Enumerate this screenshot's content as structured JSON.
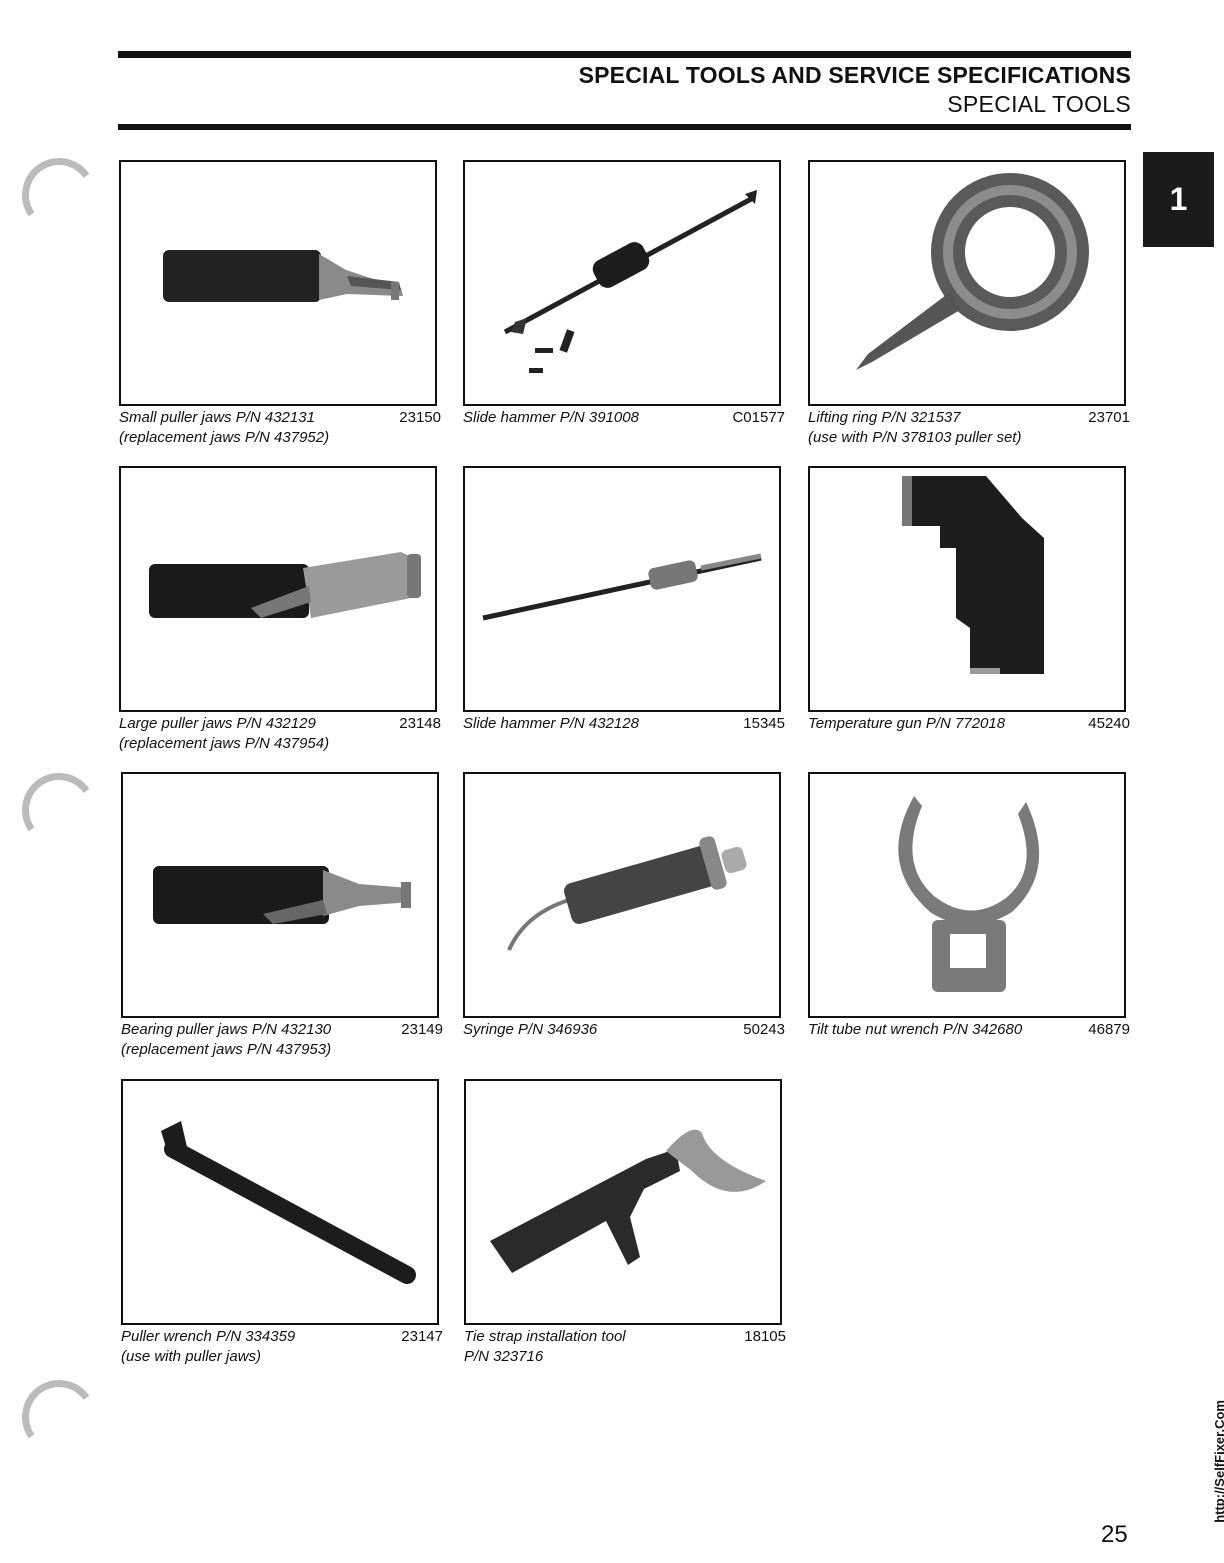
{
  "header": {
    "title": "SPECIAL TOOLS AND SERVICE SPECIFICATIONS",
    "subtitle": "SPECIAL TOOLS"
  },
  "section_tab": "1",
  "page_number": "25",
  "side_link": "http://SelfFixer.Com",
  "tools": [
    {
      "line1": "Small puller jaws P/N 432131",
      "line2": "(replacement jaws P/N 437952)",
      "code": "23150"
    },
    {
      "line1": "Slide hammer P/N 391008",
      "line2": "",
      "code": "C01577"
    },
    {
      "line1": "Lifting ring P/N 321537",
      "line2": "(use with P/N 378103 puller set)",
      "code": "23701"
    },
    {
      "line1": "Large puller jaws P/N 432129",
      "line2": "(replacement jaws P/N 437954)",
      "code": "23148"
    },
    {
      "line1": "Slide hammer P/N 432128",
      "line2": "",
      "code": "15345"
    },
    {
      "line1": "Temperature gun P/N 772018",
      "line2": "",
      "code": "45240"
    },
    {
      "line1": "Bearing puller jaws P/N 432130",
      "line2": "(replacement jaws P/N 437953)",
      "code": "23149"
    },
    {
      "line1": "Syringe P/N 346936",
      "line2": "",
      "code": "50243"
    },
    {
      "line1": "Tilt tube nut wrench P/N 342680",
      "line2": "",
      "code": "46879"
    },
    {
      "line1": "Puller wrench P/N 334359",
      "line2": "(use with puller jaws)",
      "code": "23147"
    },
    {
      "line1": "Tie strap installation tool",
      "line2": "P/N 323716",
      "code": "18105"
    }
  ]
}
